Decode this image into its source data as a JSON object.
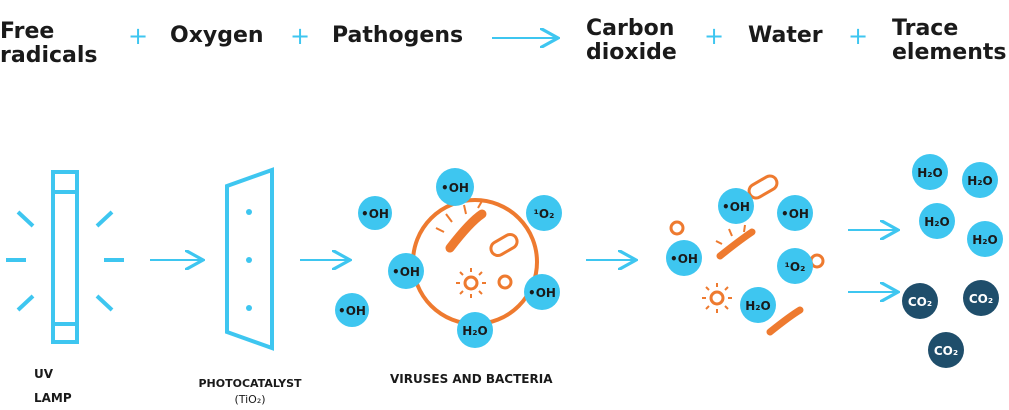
{
  "equation": {
    "term1": "Free radicals",
    "term2": "Oxygen",
    "term3": "Pathogens",
    "result1": "Carbon dioxide",
    "result2": "Water",
    "result3": "Trace elements",
    "plus": "+"
  },
  "labels": {
    "uv_lamp_line1": "UV",
    "uv_lamp_line2": "LAMP",
    "photocatalyst": "PHOTOCATALYST",
    "photocatalyst_formula": "(TiO₂)",
    "viruses": "VIRUSES AND BACTERIA"
  },
  "molecules": {
    "hydroxyl": "•OH",
    "singlet_oxygen": "¹O₂",
    "water": "H₂O",
    "co2": "CO₂"
  },
  "colors": {
    "cyan": "#3ec6f0",
    "orange": "#ee7a2f",
    "navy": "#1f4e6b",
    "text": "#1a1a1a"
  }
}
